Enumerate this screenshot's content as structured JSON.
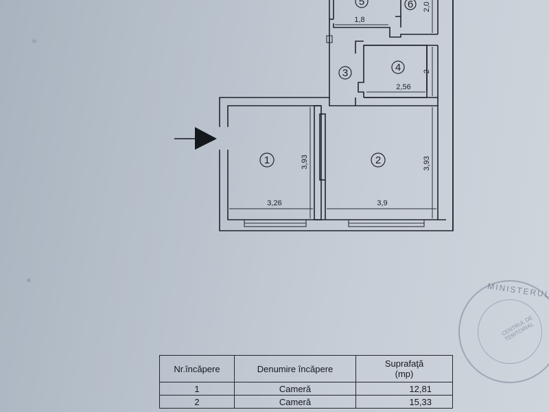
{
  "plan": {
    "rooms": [
      {
        "number": "1"
      },
      {
        "number": "2"
      },
      {
        "number": "3"
      },
      {
        "number": "4"
      },
      {
        "number": "5"
      },
      {
        "number": "6"
      }
    ],
    "dimensions": {
      "room1_width": "3,26",
      "room1_height": "3,93",
      "room2_width": "3,9",
      "room2_height": "3,93",
      "room4_width": "2,56",
      "room4_height": "2",
      "room5_width": "1,8",
      "room6_height": "2,0"
    }
  },
  "stamp": {
    "top_text": "MINISTERUL",
    "mid_text": "CENTRUL DE TERITORIAL"
  },
  "table": {
    "headers": {
      "nr": "Nr.încăpere",
      "name": "Denumire încăpere",
      "area_line1": "Suprafaţă",
      "area_line2": "(mp)"
    },
    "rows": [
      {
        "nr": "1",
        "name": "Cameră",
        "area": "12,81"
      },
      {
        "nr": "2",
        "name": "Cameră",
        "area": "15,33"
      }
    ]
  },
  "colors": {
    "ink": "#1f242a",
    "paper": "#c6cdd6",
    "stamp": "#7882a0"
  }
}
